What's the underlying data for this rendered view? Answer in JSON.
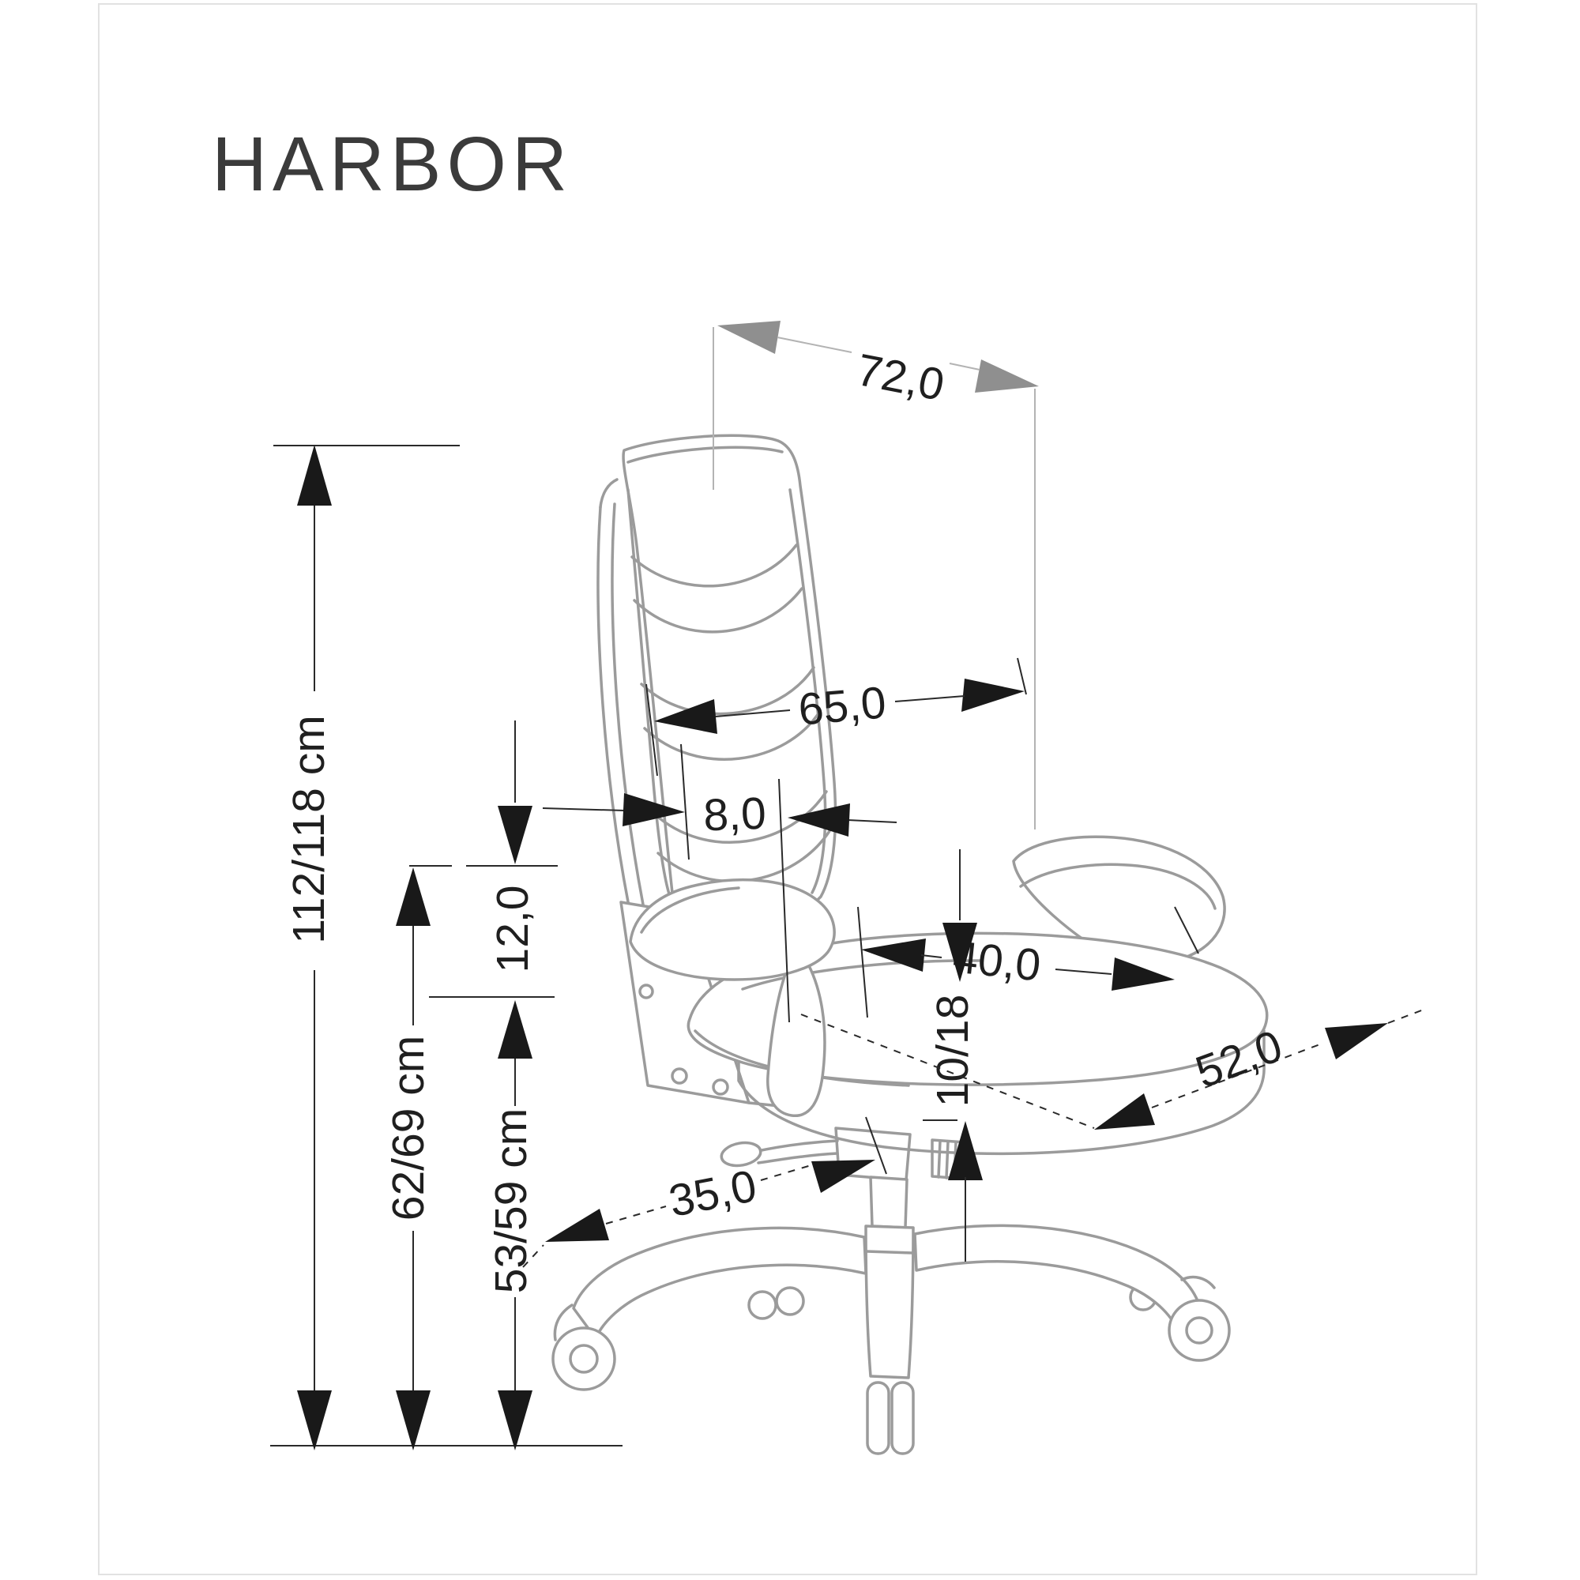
{
  "title": "HARBOR",
  "diagram": {
    "type": "office-chair dimension drawing",
    "unit": "cm",
    "dims": {
      "backrest_depth_top": "72,0",
      "backrest_width": "65,0",
      "frame_side_width": "8,0",
      "armrest_to_seat": "12,0",
      "overall_height": "112/118 cm",
      "armrest_height": "62/69 cm",
      "seat_height": "53/59 cm",
      "seat_depth_top": "40,0",
      "cushion_thickness": "10/18",
      "seat_depth": "52,0",
      "base_leg_radius": "35,0"
    }
  }
}
